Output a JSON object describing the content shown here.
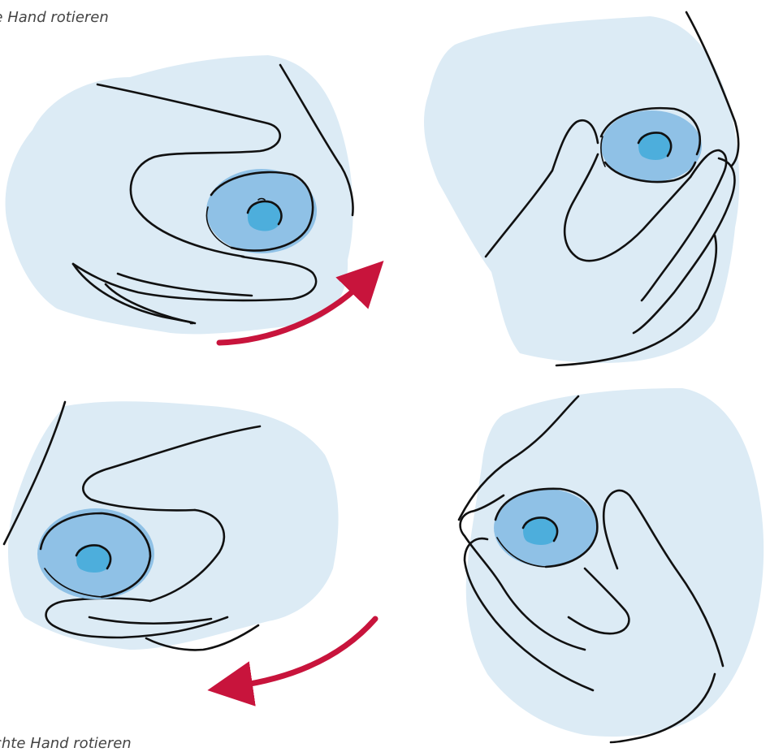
{
  "captions": {
    "top": "ke Hand rotieren",
    "bottom": "chte Hand rotieren"
  },
  "colors": {
    "background": "#ffffff",
    "breast_fill": "#dcebf5",
    "areola_fill": "#8fc1e6",
    "nipple_fill": "#4daedc",
    "outline": "#111111",
    "arrow": "#c8143c",
    "caption_text": "#444444"
  },
  "figures": [
    {
      "name": "top-left",
      "hand": "left",
      "arrow_direction": "up-right"
    },
    {
      "name": "top-right",
      "hand": "left"
    },
    {
      "name": "bottom-left",
      "hand": "right",
      "arrow_direction": "down-left"
    },
    {
      "name": "bottom-right",
      "hand": "right"
    }
  ]
}
